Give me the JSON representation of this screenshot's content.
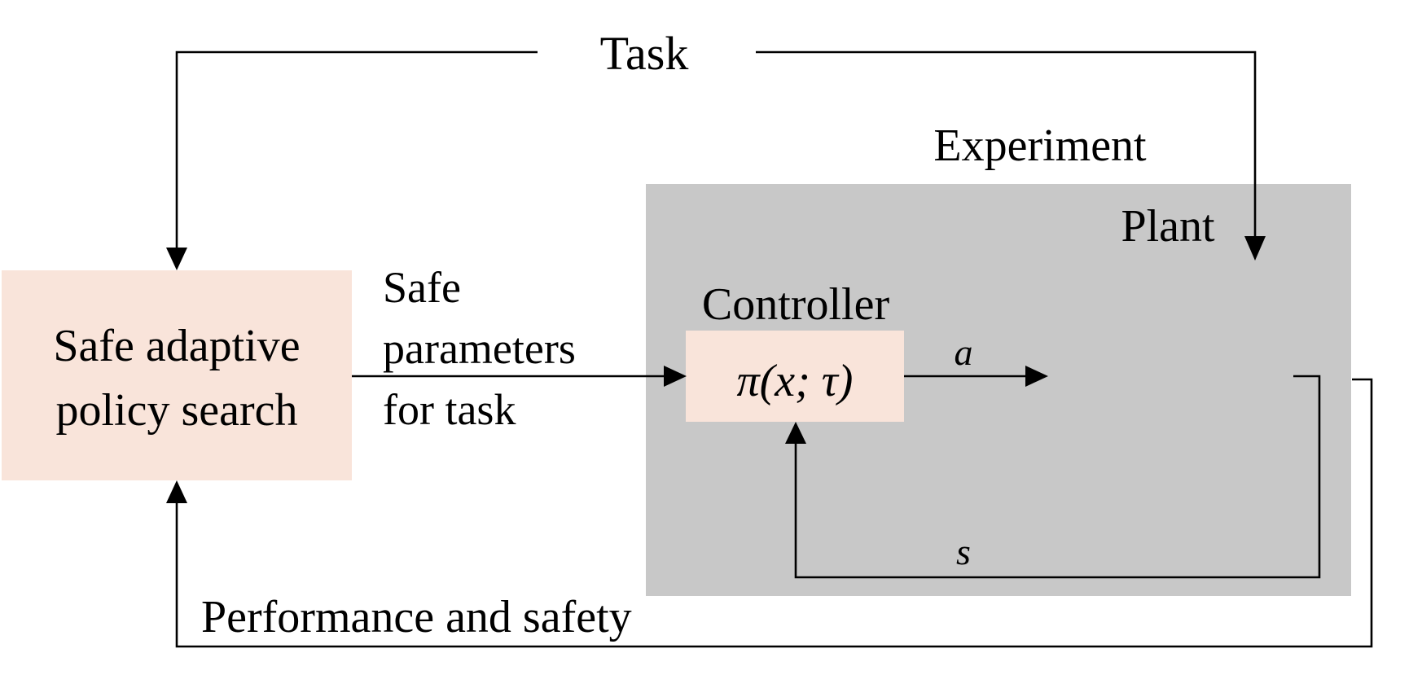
{
  "labels": {
    "task": "Task",
    "experiment": "Experiment",
    "plant": "Plant",
    "controller": "Controller",
    "safe_params_line1": "Safe",
    "safe_params_line2": "parameters",
    "safe_params_line3": "for task",
    "policy_search_line1": "Safe adaptive",
    "policy_search_line2": "policy search",
    "controller_formula": "π(x; τ)",
    "action": "a",
    "state": "s",
    "performance": "Performance and safety"
  },
  "colors": {
    "experiment_fill": "#c8c8c8",
    "block_fill": "#f9e4da",
    "line": "#000000"
  }
}
